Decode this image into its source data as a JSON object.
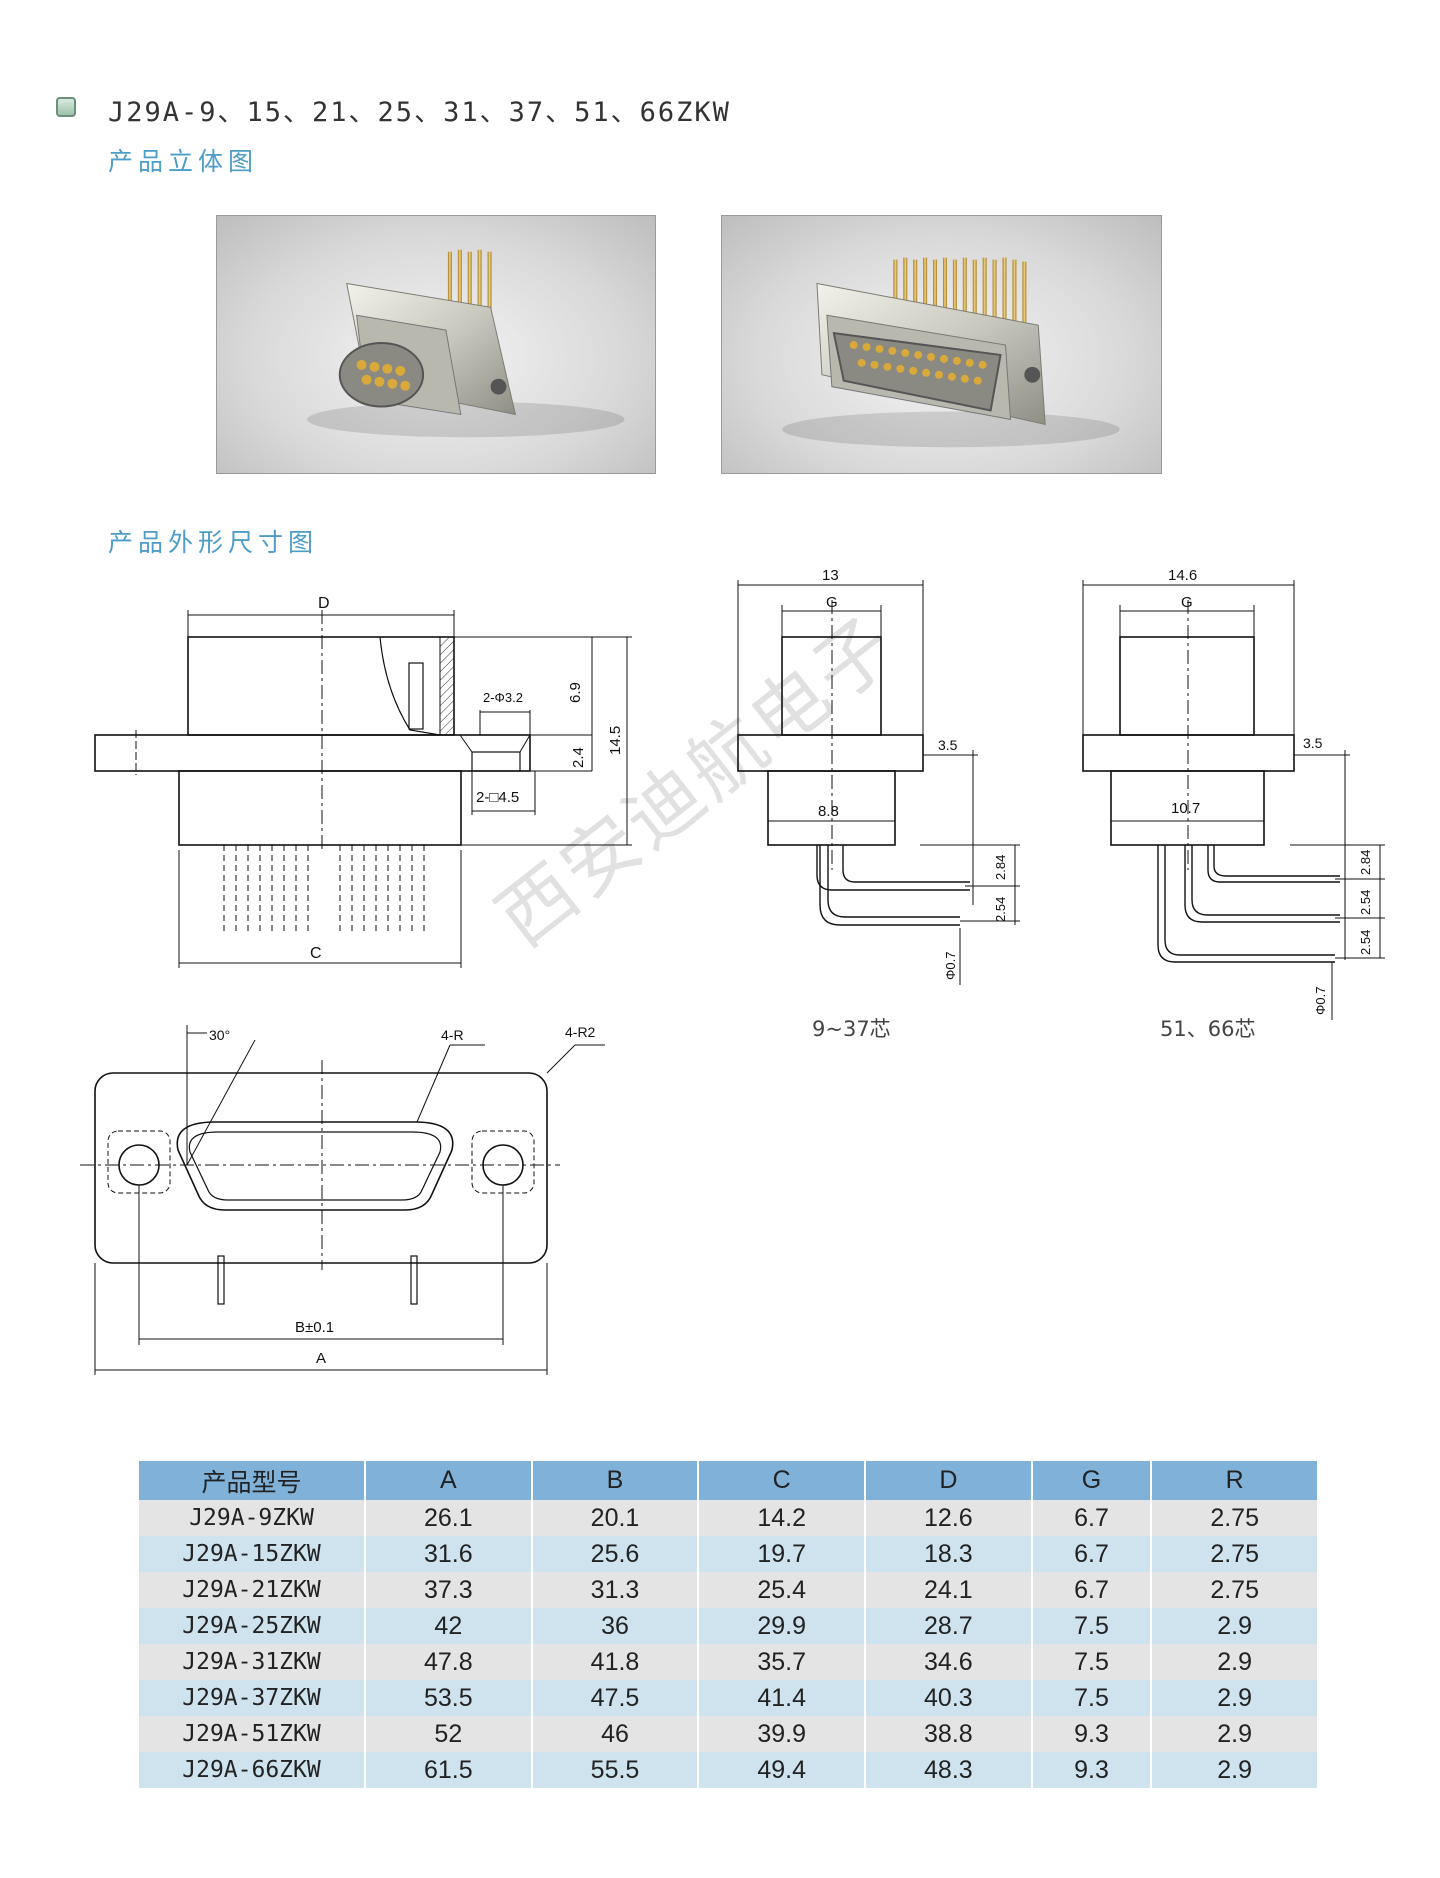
{
  "header": {
    "title": "J29A-9、15、21、25、31、37、51、66ZKW",
    "section_3d": "产品立体图",
    "section_dim": "产品外形尺寸图"
  },
  "watermark": "西安迪航电子",
  "drawing_front": {
    "D": "D",
    "C": "C",
    "dim_69": "6.9",
    "dim_24": "2.4",
    "dim_145": "14.5",
    "hole": "2-Φ3.2",
    "square": "2-□4.5"
  },
  "drawing_bottom": {
    "angle": "30°",
    "r4": "4-R",
    "r2": "4-R2",
    "B": "B±0.1",
    "A": "A"
  },
  "drawing_side_37": {
    "w13": "13",
    "G": "G",
    "d35": "3.5",
    "d88": "8.8",
    "d284": "2.84",
    "d254": "2.54",
    "phi": "Φ0.7",
    "caption": "9~37芯"
  },
  "drawing_side_66": {
    "w146": "14.6",
    "G": "G",
    "d35": "3.5",
    "d107": "10.7",
    "d284": "2.84",
    "d254a": "2.54",
    "d254b": "2.54",
    "phi": "Φ0.7",
    "caption": "51、66芯"
  },
  "table": {
    "headers": [
      "产品型号",
      "A",
      "B",
      "C",
      "D",
      "G",
      "R"
    ],
    "rows": [
      [
        "J29A-9ZKW",
        "26.1",
        "20.1",
        "14.2",
        "12.6",
        "6.7",
        "2.75"
      ],
      [
        "J29A-15ZKW",
        "31.6",
        "25.6",
        "19.7",
        "18.3",
        "6.7",
        "2.75"
      ],
      [
        "J29A-21ZKW",
        "37.3",
        "31.3",
        "25.4",
        "24.1",
        "6.7",
        "2.75"
      ],
      [
        "J29A-25ZKW",
        "42",
        "36",
        "29.9",
        "28.7",
        "7.5",
        "2.9"
      ],
      [
        "J29A-31ZKW",
        "47.8",
        "41.8",
        "35.7",
        "34.6",
        "7.5",
        "2.9"
      ],
      [
        "J29A-37ZKW",
        "53.5",
        "47.5",
        "41.4",
        "40.3",
        "7.5",
        "2.9"
      ],
      [
        "J29A-51ZKW",
        "52",
        "46",
        "39.9",
        "38.8",
        "9.3",
        "2.9"
      ],
      [
        "J29A-66ZKW",
        "61.5",
        "55.5",
        "49.4",
        "48.3",
        "9.3",
        "2.9"
      ]
    ]
  }
}
